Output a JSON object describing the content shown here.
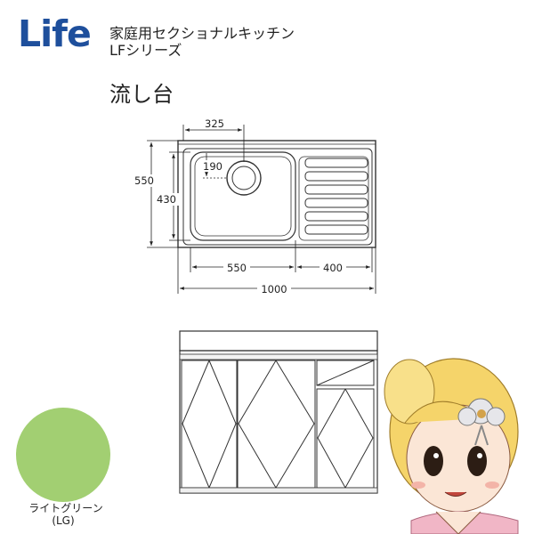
{
  "brand": {
    "logo_text": "Life"
  },
  "header": {
    "subtitle_line1": "家庭用セクショナルキッチン",
    "subtitle_line2": "LFシリーズ",
    "title": "流し台"
  },
  "dimensions": {
    "bowl_center": "325",
    "drain_offset": "190",
    "total_depth": "550",
    "bowl_depth": "430",
    "bowl_width": "550",
    "drainboard_width": "400",
    "total_width": "1000"
  },
  "color": {
    "name": "ライトグリーン",
    "code": "(LG)",
    "hex": "#a2cf72"
  }
}
